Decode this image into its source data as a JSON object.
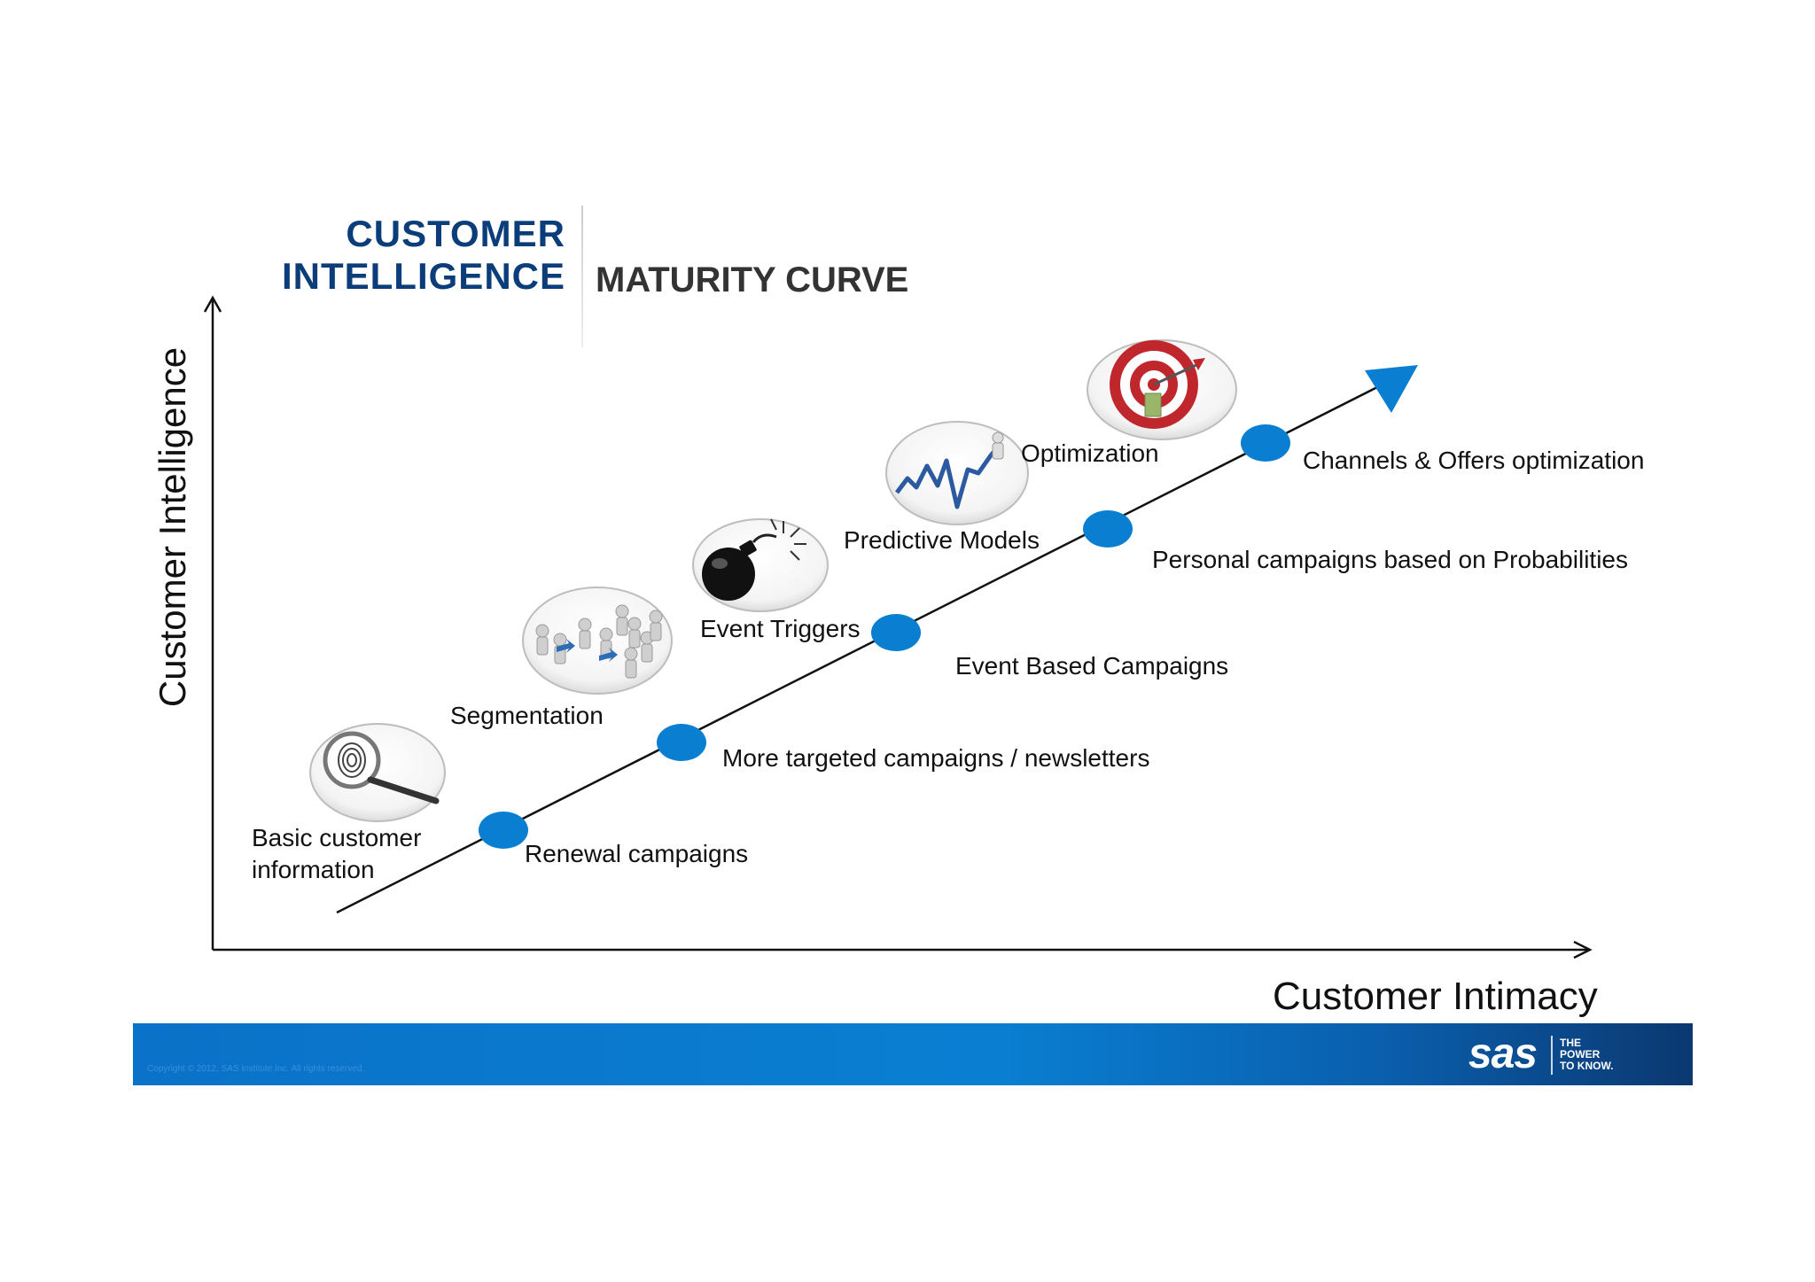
{
  "title": {
    "line1": "CUSTOMER",
    "line2": "INTELLIGENCE",
    "subtitle": "MATURITY CURVE"
  },
  "axes": {
    "y_label": "Customer Intelligence",
    "x_label": "Customer Intimacy"
  },
  "stages": [
    {
      "id": "basic",
      "label_line1": "Basic customer",
      "label_line2": "information",
      "icon": "fingerprint-magnifier-icon"
    },
    {
      "id": "segmentation",
      "label": "Segmentation",
      "icon": "people-segmentation-icon"
    },
    {
      "id": "event-triggers",
      "label": "Event Triggers",
      "icon": "bomb-icon"
    },
    {
      "id": "predictive",
      "label": "Predictive Models",
      "icon": "trend-line-icon"
    },
    {
      "id": "optimization",
      "label": "Optimization",
      "icon": "target-icon"
    }
  ],
  "milestones": [
    {
      "label": "Renewal campaigns"
    },
    {
      "label": "More targeted campaigns / newsletters"
    },
    {
      "label": "Event Based Campaigns"
    },
    {
      "label": "Personal campaigns based on Probabilities"
    },
    {
      "label": "Channels & Offers optimization"
    }
  ],
  "colors": {
    "accent": "#0a7fd2",
    "title_blue": "#0b3d7a",
    "target_red": "#c0272d"
  },
  "footer": {
    "copyright": "Copyright © 2012, SAS Institute Inc. All rights reserved.",
    "logo": "sas",
    "tagline1": "THE",
    "tagline2": "POWER",
    "tagline3": "TO KNOW."
  }
}
